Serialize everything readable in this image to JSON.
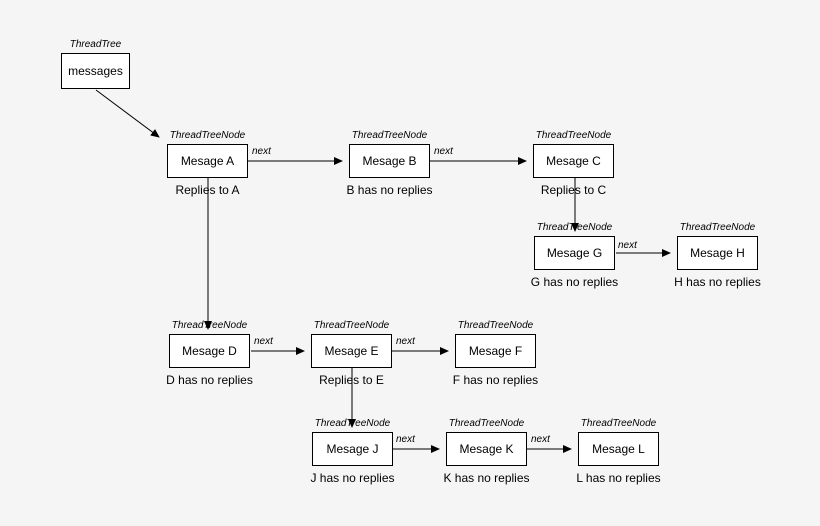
{
  "diagram": {
    "root": {
      "type_label": "ThreadTree",
      "title": "messages"
    },
    "nodes": [
      {
        "id": "A",
        "type_label": "ThreadTreeNode",
        "title": "Mesage A",
        "caption": "Replies to A"
      },
      {
        "id": "B",
        "type_label": "ThreadTreeNode",
        "title": "Mesage B",
        "caption": "B has no replies"
      },
      {
        "id": "C",
        "type_label": "ThreadTreeNode",
        "title": "Mesage C",
        "caption": "Replies to C"
      },
      {
        "id": "G",
        "type_label": "ThreadTreeNode",
        "title": "Mesage G",
        "caption": "G has no replies"
      },
      {
        "id": "H",
        "type_label": "ThreadTreeNode",
        "title": "Mesage H",
        "caption": "H has no replies"
      },
      {
        "id": "D",
        "type_label": "ThreadTreeNode",
        "title": "Mesage D",
        "caption": "D has no replies"
      },
      {
        "id": "E",
        "type_label": "ThreadTreeNode",
        "title": "Mesage E",
        "caption": "Replies to E"
      },
      {
        "id": "F",
        "type_label": "ThreadTreeNode",
        "title": "Mesage F",
        "caption": "F has no replies"
      },
      {
        "id": "J",
        "type_label": "ThreadTreeNode",
        "title": "Mesage J",
        "caption": "J has no replies"
      },
      {
        "id": "K",
        "type_label": "ThreadTreeNode",
        "title": "Mesage K",
        "caption": "K has no replies"
      },
      {
        "id": "L",
        "type_label": "ThreadTreeNode",
        "title": "Mesage L",
        "caption": "L has no replies"
      }
    ],
    "edges": [
      {
        "from": "messages",
        "to": "A",
        "label": ""
      },
      {
        "from": "A",
        "to": "B",
        "label": "next"
      },
      {
        "from": "B",
        "to": "C",
        "label": "next"
      },
      {
        "from": "C",
        "to": "G",
        "label": ""
      },
      {
        "from": "G",
        "to": "H",
        "label": "next"
      },
      {
        "from": "A",
        "to": "D",
        "label": ""
      },
      {
        "from": "D",
        "to": "E",
        "label": "next"
      },
      {
        "from": "E",
        "to": "F",
        "label": "next"
      },
      {
        "from": "E",
        "to": "J",
        "label": ""
      },
      {
        "from": "J",
        "to": "K",
        "label": "next"
      },
      {
        "from": "K",
        "to": "L",
        "label": "next"
      }
    ],
    "colors": {
      "background": "#f5f5f5",
      "node_fill": "#ffffff",
      "node_border": "#000000",
      "text": "#000000"
    }
  }
}
